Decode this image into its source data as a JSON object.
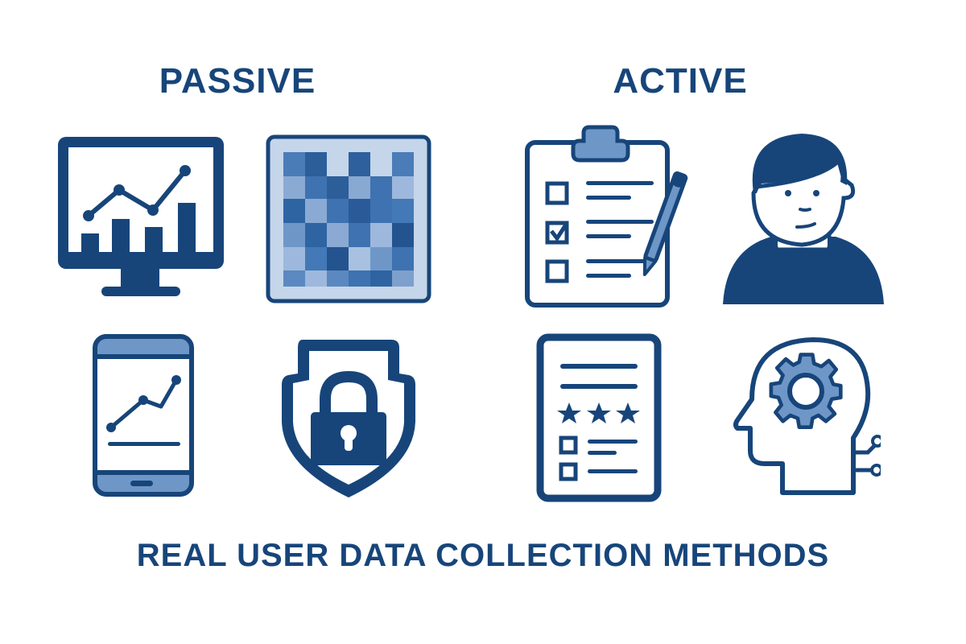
{
  "sections": {
    "passive": {
      "label": "PASSIVE",
      "icons": [
        {
          "name": "monitor-analytics-icon"
        },
        {
          "name": "pixelated-heatmap-icon"
        },
        {
          "name": "mobile-analytics-icon"
        },
        {
          "name": "privacy-shield-lock-icon"
        }
      ]
    },
    "active": {
      "label": "ACTIVE",
      "icons": [
        {
          "name": "survey-clipboard-icon"
        },
        {
          "name": "user-interview-person-icon"
        },
        {
          "name": "rating-feedback-form-icon"
        },
        {
          "name": "cognitive-head-gear-icon"
        }
      ]
    }
  },
  "footer": {
    "title": "REAL USER DATA COLLECTION METHODS"
  },
  "colors": {
    "primary": "#17457a",
    "light": "#6e97c8",
    "pale": "#c5d5ea",
    "background": "#ffffff"
  }
}
